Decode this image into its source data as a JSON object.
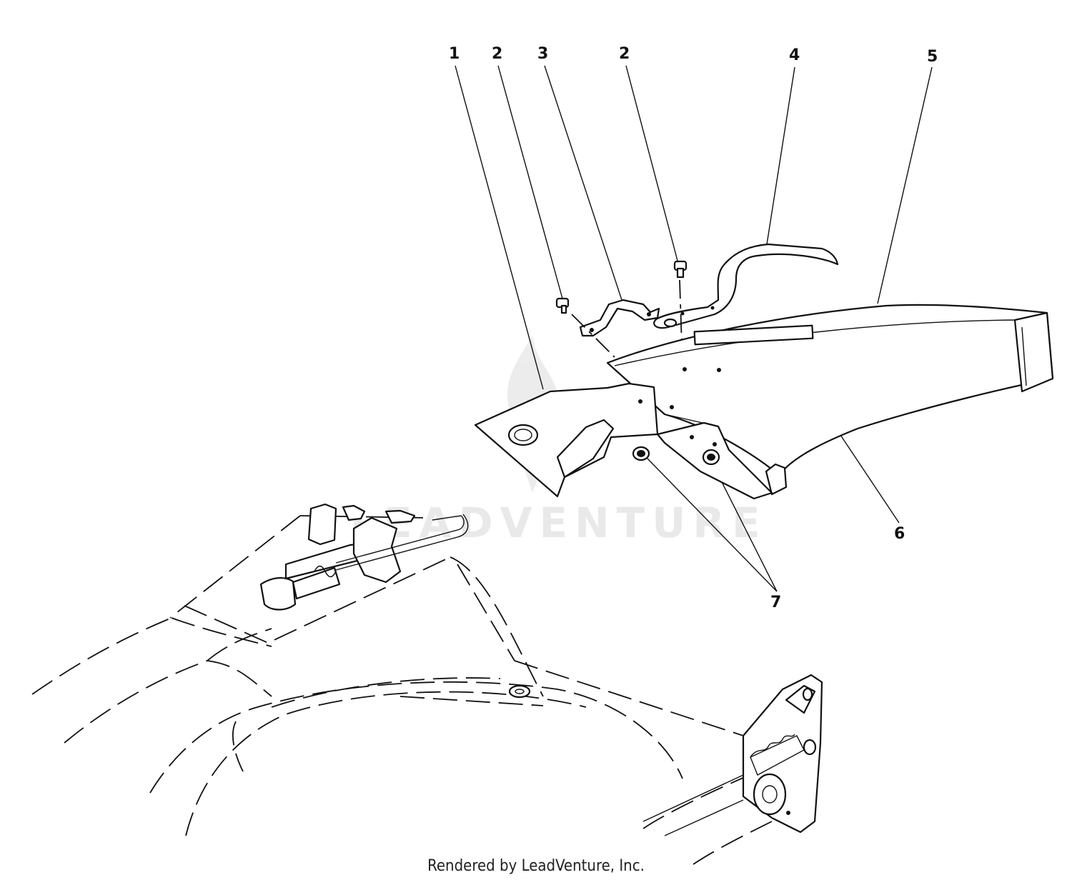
{
  "callouts": [
    {
      "id": "c1",
      "label": "1"
    },
    {
      "id": "c2a",
      "label": "2"
    },
    {
      "id": "c3",
      "label": "3"
    },
    {
      "id": "c2b",
      "label": "2"
    },
    {
      "id": "c4",
      "label": "4"
    },
    {
      "id": "c5",
      "label": "5"
    },
    {
      "id": "c6",
      "label": "6"
    },
    {
      "id": "c7",
      "label": "7"
    }
  ],
  "watermark": "LEADVENTURE",
  "credit": "Rendered by LeadVenture, Inc."
}
